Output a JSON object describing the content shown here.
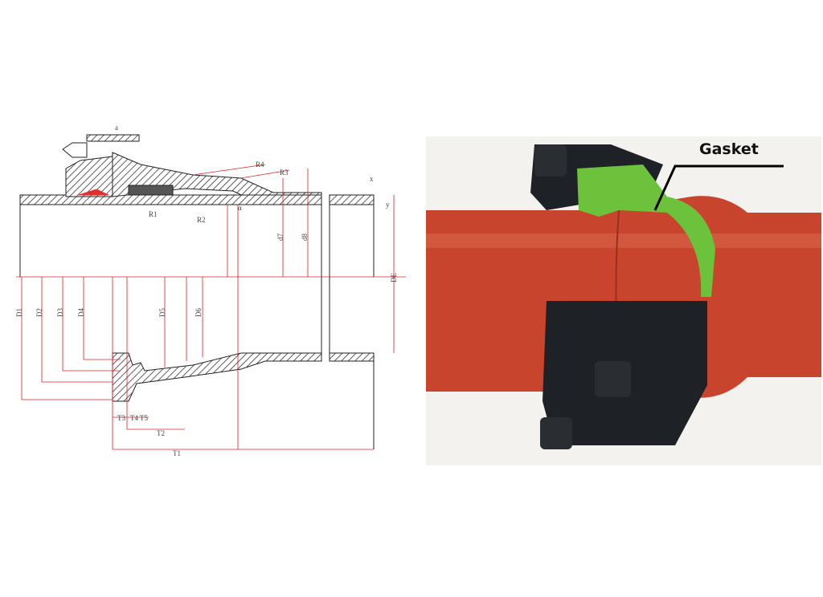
{
  "drawing": {
    "diameter_labels": [
      "D1",
      "D2",
      "D3",
      "D4",
      "D5",
      "D6",
      "d7",
      "d8",
      "DE"
    ],
    "length_labels": [
      "T1",
      "T2",
      "T3",
      "T4",
      "T5"
    ],
    "radius_labels": [
      "R1",
      "R2",
      "R3",
      "R4"
    ],
    "other_labels": [
      "x",
      "y",
      "α",
      "a"
    ],
    "colors": {
      "outline": "#222222",
      "dimension": "#e02020",
      "gasket": "#e03030"
    }
  },
  "photo": {
    "callout": "Gasket",
    "colors": {
      "pipe": "#c8442c",
      "clamp": "#1e2226",
      "gasket": "#6cc23a"
    }
  }
}
